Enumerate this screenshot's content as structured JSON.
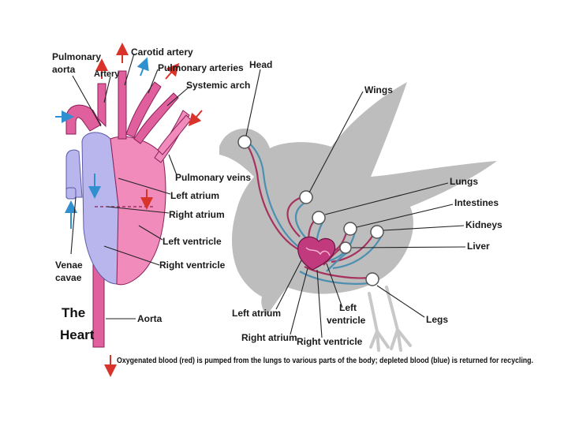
{
  "heart": {
    "title_line1": "The",
    "title_line2": "Heart",
    "labels": {
      "pulmonary_aorta_1": "Pulmonary",
      "pulmonary_aorta_2": "aorta",
      "artery": "Artery",
      "carotid_artery": "Carotid artery",
      "pulmonary_arteries": "Pulmonary arteries",
      "systemic_arch": "Systemic arch",
      "pulmonary_veins": "Pulmonary veins",
      "left_atrium": "Left atrium",
      "right_atrium": "Right atrium",
      "left_ventricle": "Left ventricle",
      "right_ventricle": "Right ventricle",
      "venae_cavae_1": "Venae",
      "venae_cavae_2": "cavae",
      "aorta": "Aorta"
    }
  },
  "bird": {
    "labels": {
      "head": "Head",
      "wings": "Wings",
      "lungs": "Lungs",
      "intestines": "Intestines",
      "kidneys": "Kidneys",
      "liver": "Liver",
      "legs": "Legs",
      "left_atrium": "Left atrium",
      "left_ventricle_1": "Left",
      "left_ventricle_2": "ventricle",
      "right_atrium": "Right atrium",
      "right_ventricle": "Right ventricle"
    }
  },
  "caption": "Oxygenated blood (red) is pumped from the lungs to various parts of the body; depleted blood (blue) is returned for recycling.",
  "colors": {
    "oxygenated": "#d9342b",
    "deoxygenated": "#2f8fcf",
    "artery_pink": "#e0609e",
    "vein_lavender": "#b9b6ee",
    "bird_silhouette": "#bdbdbd"
  }
}
